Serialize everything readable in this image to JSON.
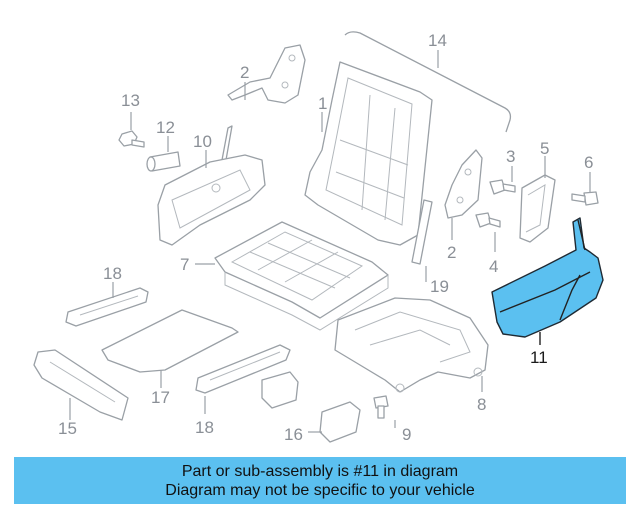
{
  "diagram": {
    "highlight_color": "#5bc0f0",
    "callouts": [
      {
        "id": "c1",
        "label": "1"
      },
      {
        "id": "c2a",
        "label": "2"
      },
      {
        "id": "c2b",
        "label": "2"
      },
      {
        "id": "c3",
        "label": "3"
      },
      {
        "id": "c4",
        "label": "4"
      },
      {
        "id": "c5",
        "label": "5"
      },
      {
        "id": "c6",
        "label": "6"
      },
      {
        "id": "c7",
        "label": "7"
      },
      {
        "id": "c8",
        "label": "8"
      },
      {
        "id": "c9",
        "label": "9"
      },
      {
        "id": "c10",
        "label": "10"
      },
      {
        "id": "c11",
        "label": "11"
      },
      {
        "id": "c12",
        "label": "12"
      },
      {
        "id": "c13",
        "label": "13"
      },
      {
        "id": "c14",
        "label": "14"
      },
      {
        "id": "c15",
        "label": "15"
      },
      {
        "id": "c16",
        "label": "16"
      },
      {
        "id": "c17",
        "label": "17"
      },
      {
        "id": "c18a",
        "label": "18"
      },
      {
        "id": "c18b",
        "label": "18"
      },
      {
        "id": "c19",
        "label": "19"
      }
    ]
  },
  "banner": {
    "line1": "Part or sub-assembly is #11 in diagram",
    "line2": "Diagram may not be specific to your vehicle",
    "color": "#5bc0f0"
  }
}
